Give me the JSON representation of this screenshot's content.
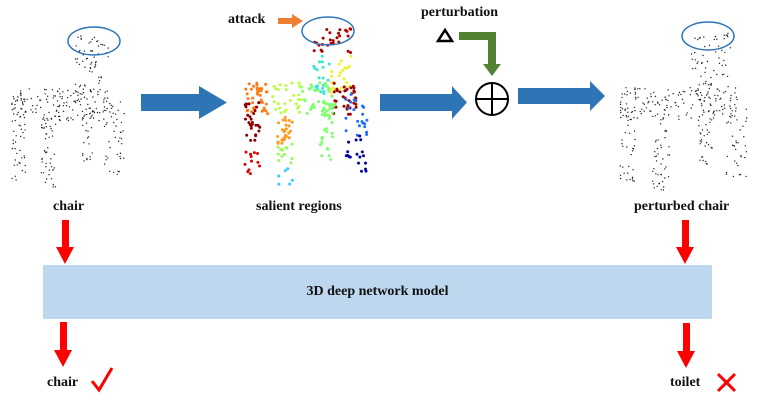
{
  "labels": {
    "input_chair": "chair",
    "salient_regions": "salient regions",
    "attack": "attack",
    "perturbation": "perturbation",
    "perturbed_chair": "perturbed chair",
    "model": "3D deep network model",
    "output_left": "chair",
    "output_right": "toilet"
  },
  "symbols": {
    "delta": "Δ",
    "plus": "⊕",
    "check": "check-icon",
    "cross": "cross-icon"
  },
  "colors": {
    "flow_arrow": "#2e75b6",
    "attack_arrow": "#ed7d31",
    "perturbation_arrow": "#548235",
    "red_arrow": "#ff0000",
    "ellipse": "#2e75b6",
    "model_box": "#bdd7ee",
    "check": "#ff0000",
    "cross": "#ff0000"
  }
}
